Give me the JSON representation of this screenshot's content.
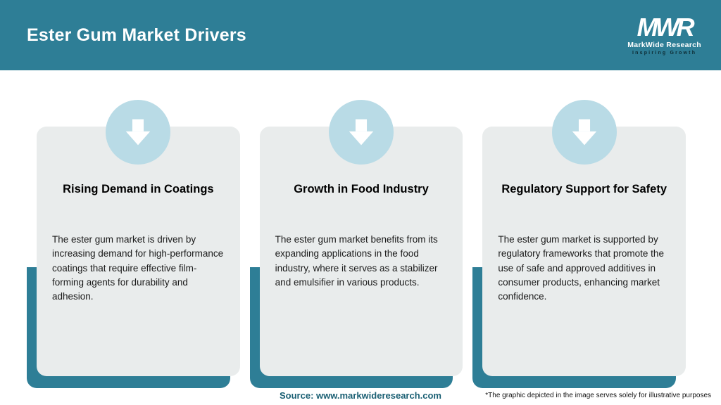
{
  "header": {
    "title": "Ester Gum Market Drivers",
    "logo": {
      "acronym": "MWR",
      "name": "MarkWide Research",
      "tagline": "Inspiring Growth"
    }
  },
  "cards": [
    {
      "icon": "down-arrow-icon",
      "title": "Rising Demand in Coatings",
      "body": "The ester gum market is driven by increasing demand for high-performance coatings that require effective film-forming agents for durability and adhesion."
    },
    {
      "icon": "down-arrow-icon",
      "title": "Growth in Food Industry",
      "body": "The ester gum market benefits from its expanding applications in the food industry, where it serves as a stabilizer and emulsifier in various products."
    },
    {
      "icon": "down-arrow-icon",
      "title": "Regulatory Support for Safety",
      "body": "The ester gum market is supported by regulatory frameworks that promote the use of safe and approved additives in consumer products, enhancing market confidence."
    }
  ],
  "footer": {
    "source": "Source: www.markwideresearch.com",
    "disclaimer": "*The graphic depicted in the image serves solely for illustrative purposes"
  },
  "colors": {
    "accent_teal": "#2E7E96",
    "circle_blue": "#B9DBE6",
    "card_gray": "#E9ECEC",
    "source_text": "#1A5F73"
  }
}
